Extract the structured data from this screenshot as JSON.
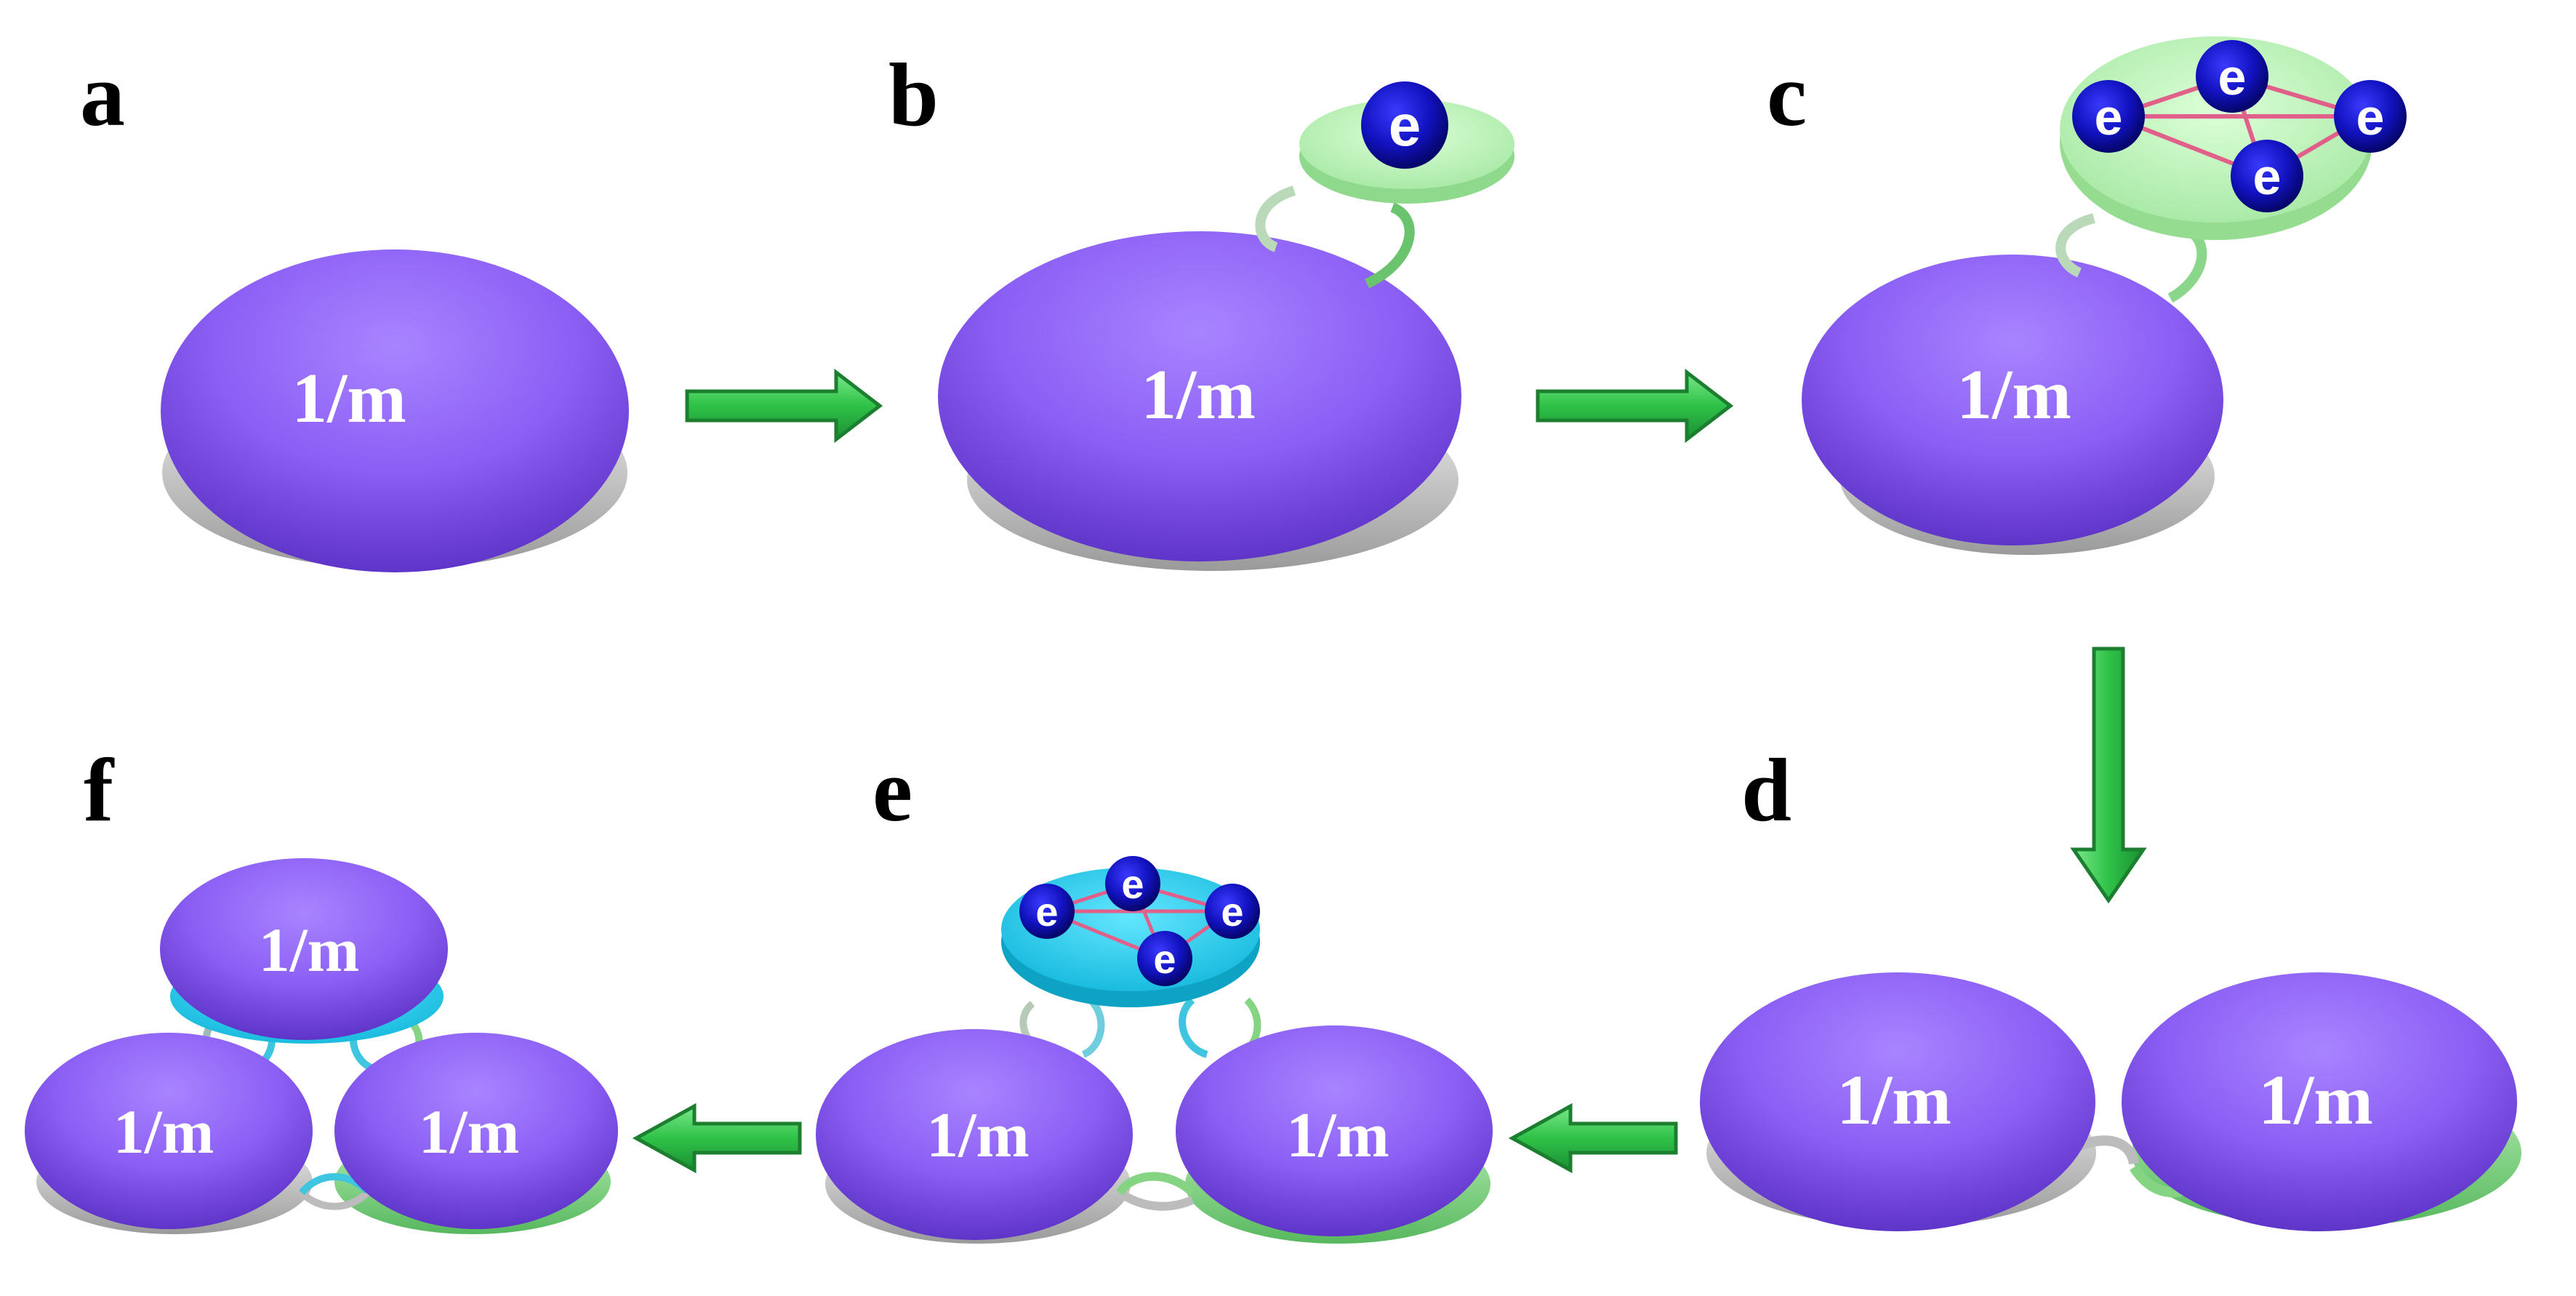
{
  "panels": {
    "a": "a",
    "b": "b",
    "c": "c",
    "d": "d",
    "e": "e",
    "f": "f"
  },
  "disc_text": "1/m",
  "electron_text": "e",
  "colors": {
    "purple": "#8a5cf5",
    "purple_dark": "#6a3fd8",
    "purple_light": "#a07cff",
    "green_plate": "#c6f2c2",
    "cyan_plate": "#1fd0ef",
    "electron": "#0f0fb4",
    "bond": "#e0608a",
    "arrow": "#39cf52",
    "arrow_edge": "#1c7f30"
  }
}
